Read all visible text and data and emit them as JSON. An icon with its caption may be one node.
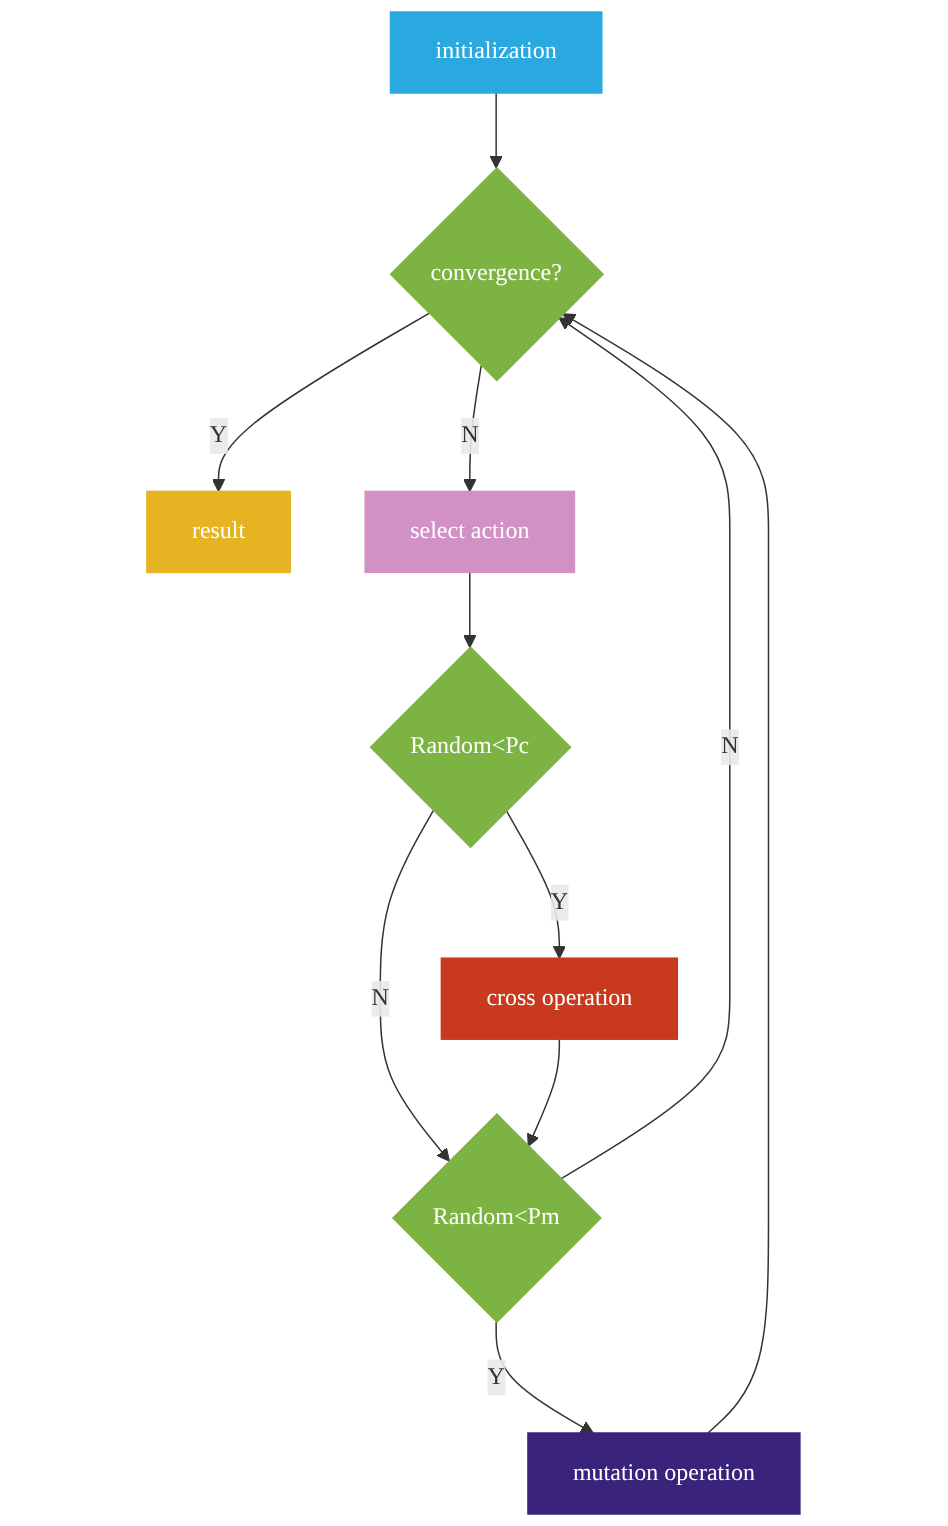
{
  "diagram": {
    "nodes": [
      {
        "text": [
          "initialization"
        ]
      },
      {
        "text": [
          "convergence?"
        ]
      },
      {
        "text": [
          "result"
        ]
      },
      {
        "text": [
          "select action"
        ]
      },
      {
        "text": [
          "Random<Pc"
        ]
      },
      {
        "text": [
          "cross operation"
        ]
      },
      {
        "text": [
          "Random<Pm"
        ]
      },
      {
        "text": [
          "mutation operation"
        ]
      }
    ],
    "edges": [
      {
        "from": 0,
        "to": 1,
        "arrow": "to"
      },
      {
        "from": 1,
        "to": 2,
        "label": "Y",
        "arrow": "to"
      },
      {
        "from": 1,
        "to": 3,
        "label": "N",
        "arrow": "to"
      },
      {
        "from": 3,
        "to": 4,
        "arrow": "to"
      },
      {
        "from": 4,
        "to": 5,
        "label": "Y",
        "arrow": "to"
      },
      {
        "from": 4,
        "to": 6,
        "label": "N",
        "arrow": "to"
      },
      {
        "from": 5,
        "to": 6,
        "arrow": "to"
      },
      {
        "from": 6,
        "to": 7,
        "label": "Y",
        "arrow": "to"
      },
      {
        "from": 6,
        "to": 1,
        "label": "N",
        "arrow": "to"
      },
      {
        "from": 7,
        "to": 1,
        "arrow": "to"
      }
    ]
  }
}
